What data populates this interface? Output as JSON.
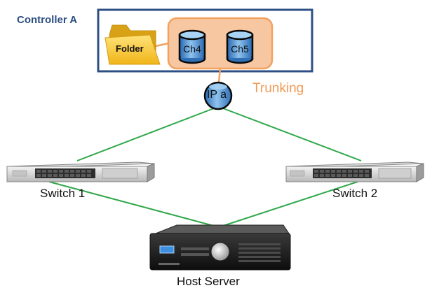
{
  "controller": {
    "title": "Controller A"
  },
  "folder": {
    "label": "Folder"
  },
  "channels": [
    {
      "label": "Ch4"
    },
    {
      "label": "Ch5"
    }
  ],
  "ip": {
    "label": "IP a"
  },
  "trunking": {
    "label": "Trunking"
  },
  "switches": [
    {
      "label": "Switch 1"
    },
    {
      "label": "Switch 2"
    }
  ],
  "host": {
    "label": "Host Server"
  },
  "colors": {
    "controller_border": "#2e4f84",
    "controller_title": "#2e4f84",
    "trunk_box": "#f7c7a2",
    "trunk_border": "#f2a15f",
    "trunk_text": "#f29a55",
    "link_line": "#2fa84a",
    "cylinder_fill": "#6aa6dd",
    "cylinder_stroke": "#0a0a0a",
    "folder_fill": "#f6c72e"
  }
}
